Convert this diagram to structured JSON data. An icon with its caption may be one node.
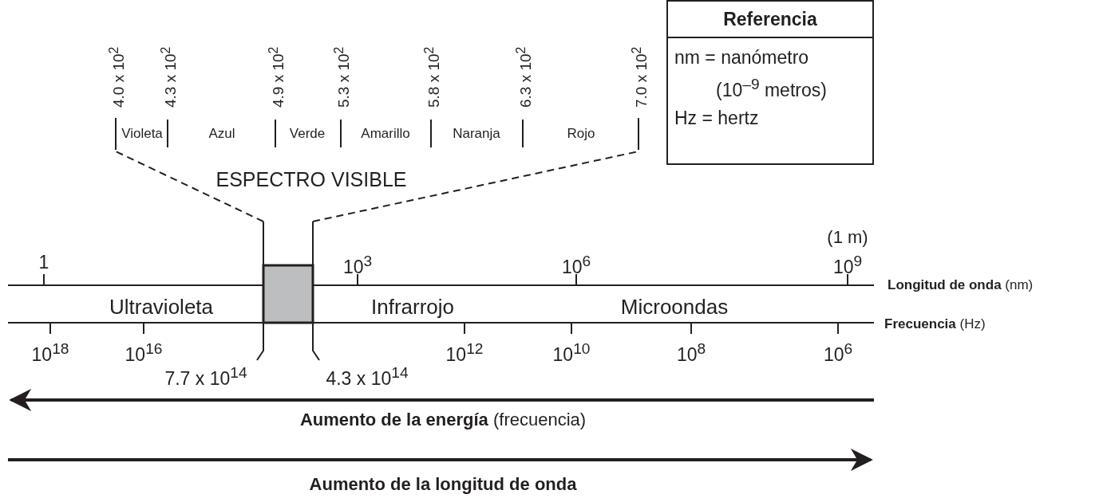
{
  "diagram": {
    "nodes": [
      {
        "text": [
          "Referencia",
          "nm = nanómetro (10$^{–9}$ metros)",
          "Hz = hertz"
        ]
      },
      {
        "text": [],
        "shape": "box"
      }
    ],
    "labels": [
      "4.0 x 10$^{2}$",
      "4.3 x 10$^{2}$",
      "4.9 x 10$^{2}$",
      "5.3 x 10$^{2}$",
      "5.8 x 10$^{2}$",
      "6.3 x 10$^{2}$",
      "7.0 x 10$^{2}$",
      "Violeta",
      "Azul",
      "Verde",
      "Amarillo",
      "Naranja",
      "Rojo",
      "ESPECTRO VISIBLE",
      "(1 m)",
      "1",
      "10$^{3}$",
      "10$^{6}$",
      "10$^{9}$",
      "**Longitud de onda** (nm)",
      "Ultravioleta",
      "Infrarrojo",
      "Microondas",
      "**Frecuencia** (Hz)",
      "10$^{18}$",
      "10$^{16}$",
      "10$^{12}$",
      "10$^{10}$",
      "10$^{8}$",
      "10$^{6}$",
      "7.7 x 10$^{14}$",
      "4.3 x 10$^{14}$",
      "**Aumento de la energía** (frecuencia)",
      "**Aumento de la longitud de onda**"
    ]
  }
}
